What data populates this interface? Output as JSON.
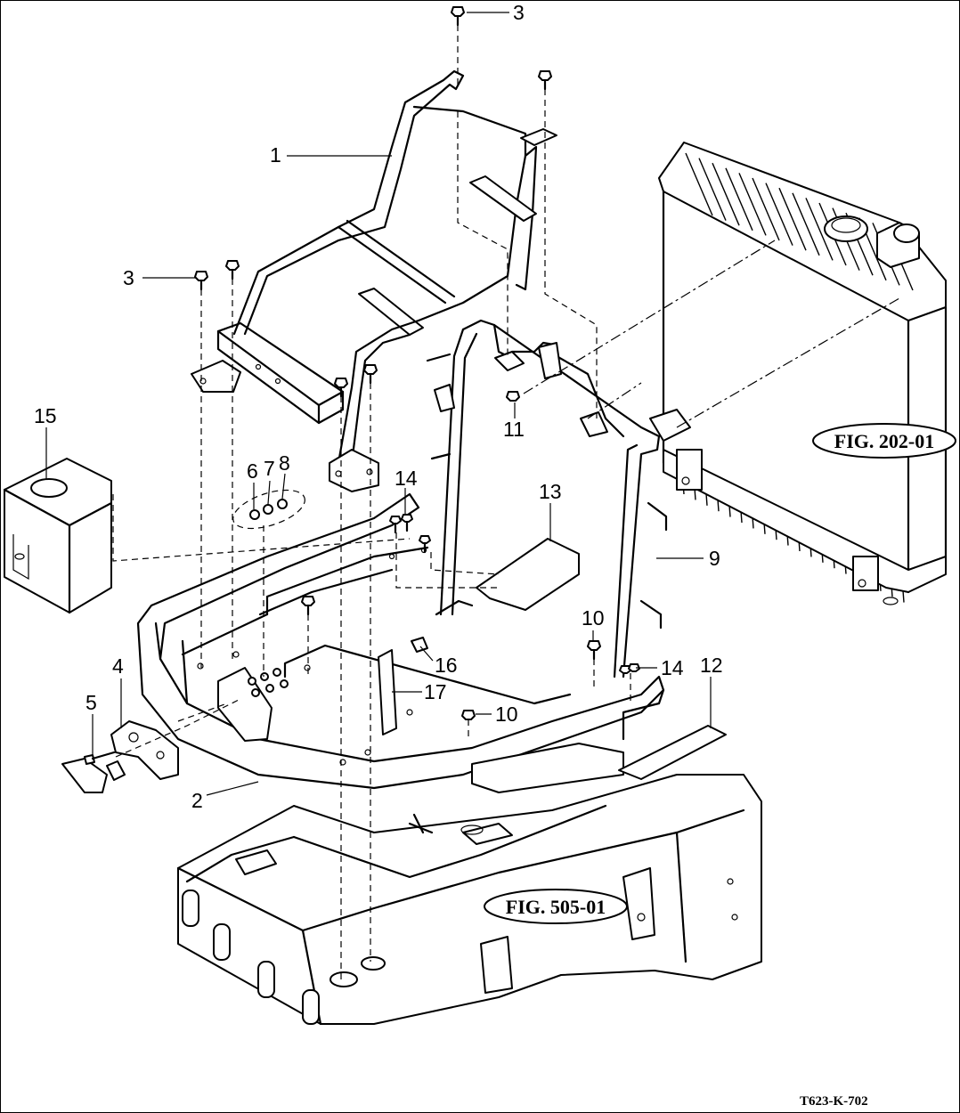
{
  "callouts": {
    "c1": "1",
    "c2": "2",
    "c3a": "3",
    "c3b": "3",
    "c4": "4",
    "c5": "5",
    "c6": "6",
    "c7": "7",
    "c8": "8",
    "c9": "9",
    "c10a": "10",
    "c10b": "10",
    "c11": "11",
    "c12": "12",
    "c13": "13",
    "c14a": "14",
    "c14b": "14",
    "c15": "15",
    "c16": "16",
    "c17": "17"
  },
  "references": {
    "radiator_fig": "FIG. 202-01",
    "frame_fig": "FIG. 505-01"
  },
  "drawing_code": "T623-K-702"
}
